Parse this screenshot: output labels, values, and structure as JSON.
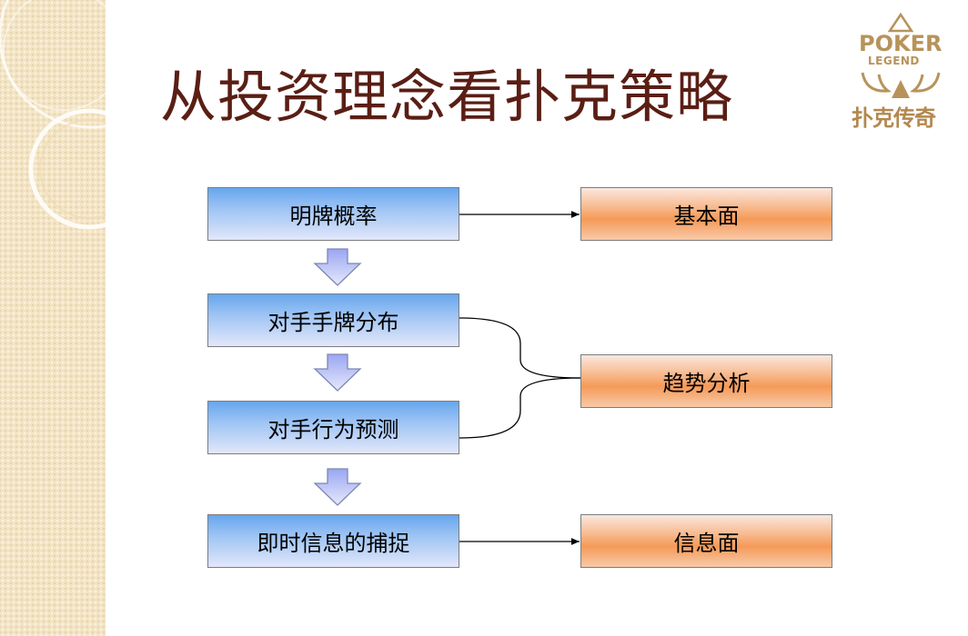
{
  "slide": {
    "title": "从投资理念看扑克策略"
  },
  "logo": {
    "line1": "POKER",
    "line2": "LEGEND",
    "chinese": "扑克传奇",
    "color": "#b7935a"
  },
  "diagram": {
    "left_nodes": [
      "明牌概率",
      "对手手牌分布",
      "对手行为预测",
      "即时信息的捕捉"
    ],
    "right_nodes": [
      "基本面",
      "趋势分析",
      "信息面"
    ],
    "edges": [
      {
        "from": "明牌概率",
        "to": "基本面"
      },
      {
        "from": "对手手牌分布",
        "to": "趋势分析"
      },
      {
        "from": "对手行为预测",
        "to": "趋势分析"
      },
      {
        "from": "即时信息的捕捉",
        "to": "信息面"
      }
    ],
    "colors": {
      "left_fill": "#66a6ee",
      "right_fill": "#f59a58",
      "title": "#5a1e14"
    }
  }
}
